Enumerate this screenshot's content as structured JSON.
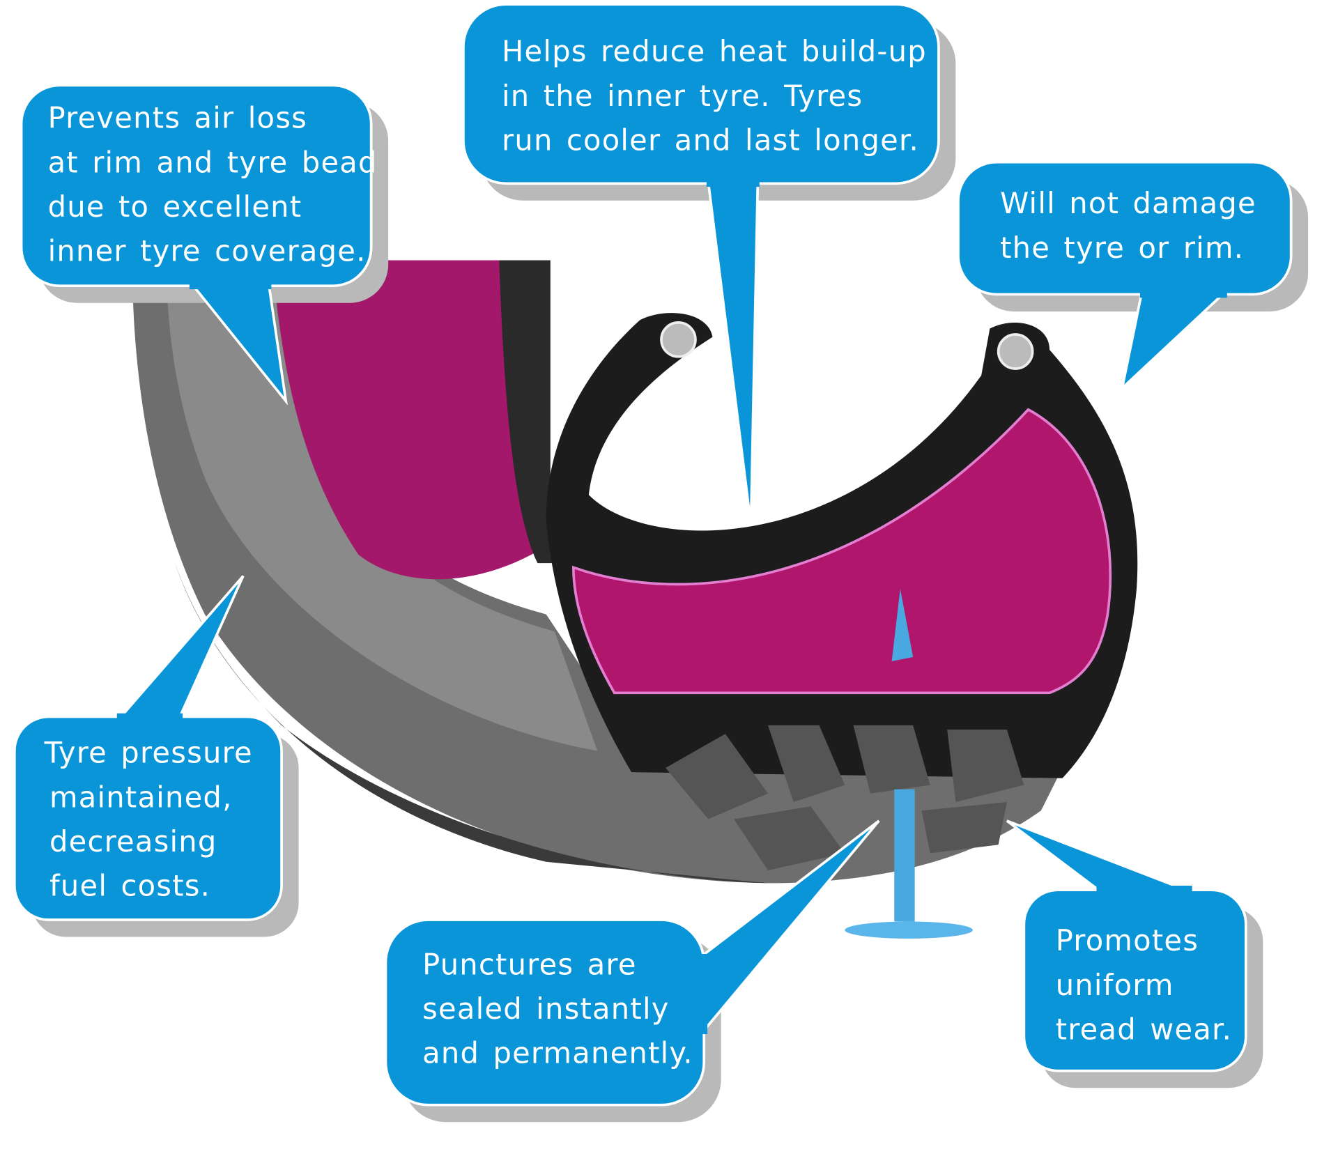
{
  "title": "Tyre sealant benefits diagram",
  "colors": {
    "bubble": "#0a95d8",
    "sealant": "#b0166b",
    "tyre": "#6f6f6f",
    "nail": "#4aa8e0"
  },
  "callouts": [
    {
      "id": "air-loss",
      "lines": [
        "Prevents air loss",
        "at rim and tyre bead",
        "due to excellent",
        "inner tyre coverage."
      ]
    },
    {
      "id": "heat",
      "lines": [
        "Helps reduce heat build-up",
        "in the inner tyre.  Tyres",
        "run cooler and last longer."
      ]
    },
    {
      "id": "no-damage",
      "lines": [
        "Will not damage",
        "the tyre or rim."
      ]
    },
    {
      "id": "pressure",
      "lines": [
        "Tyre pressure",
        "maintained,",
        "decreasing",
        "fuel costs."
      ]
    },
    {
      "id": "punctures",
      "lines": [
        "Punctures are",
        "sealed instantly",
        "and permanently."
      ]
    },
    {
      "id": "tread",
      "lines": [
        "Promotes",
        "uniform",
        "tread wear."
      ]
    }
  ]
}
